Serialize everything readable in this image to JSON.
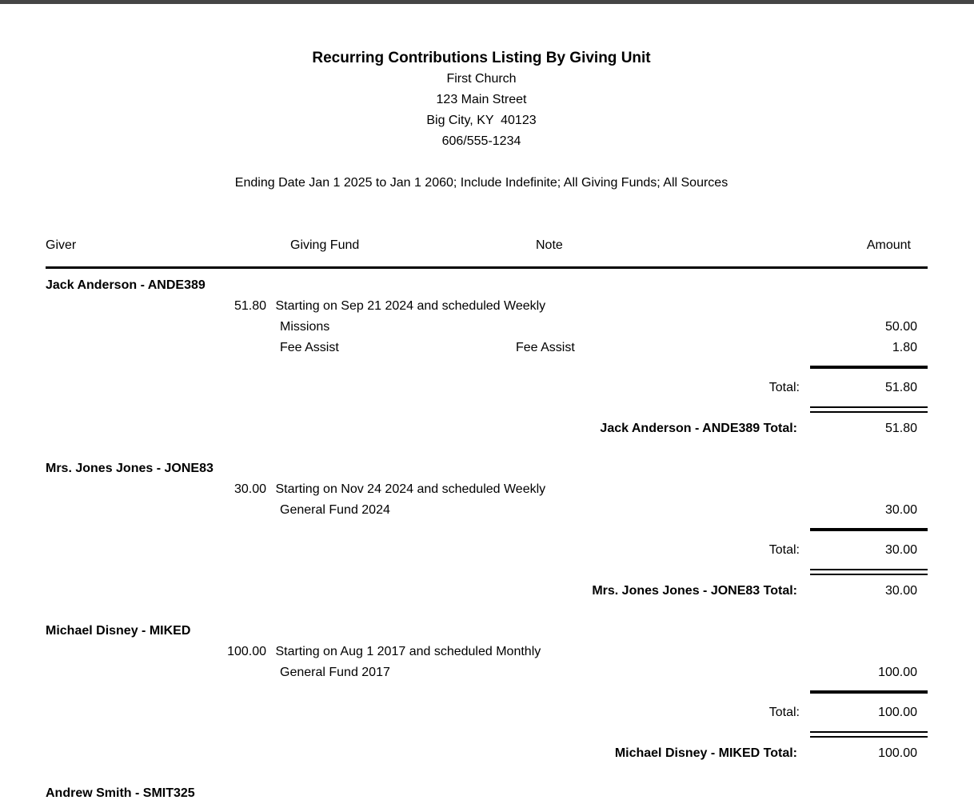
{
  "page": {
    "top_bar_color": "#454545",
    "background_color": "#ffffff",
    "text_color": "#000000"
  },
  "header": {
    "title": "Recurring Contributions Listing By Giving Unit",
    "org_name": "First Church",
    "address_street": "123 Main Street",
    "address_city": "Big City, KY  40123",
    "phone": "606/555-1234",
    "criteria": "Ending Date Jan 1 2025 to Jan 1 2060; Include Indefinite; All Giving Funds; All Sources"
  },
  "table": {
    "columns": [
      "Giver",
      "Giving Fund",
      "Note",
      "Amount"
    ],
    "total_label": "Total:",
    "groups": [
      {
        "giver": "Jack Anderson - ANDE389",
        "schedule_amount": "51.80",
        "schedule_text": "Starting on Sep 21 2024 and scheduled Weekly",
        "lines": [
          {
            "fund": "Missions",
            "note": "",
            "amount": "50.00"
          },
          {
            "fund": "Fee Assist",
            "note": "Fee Assist",
            "amount": "1.80"
          }
        ],
        "total": "51.80",
        "giver_total_label": "Jack Anderson - ANDE389 Total:",
        "giver_total": "51.80"
      },
      {
        "giver": "Mrs. Jones Jones - JONE83",
        "schedule_amount": "30.00",
        "schedule_text": "Starting on Nov 24 2024 and scheduled Weekly",
        "lines": [
          {
            "fund": "General Fund 2024",
            "note": "",
            "amount": "30.00"
          }
        ],
        "total": "30.00",
        "giver_total_label": "Mrs. Jones Jones - JONE83 Total:",
        "giver_total": "30.00"
      },
      {
        "giver": "Michael Disney - MIKED",
        "schedule_amount": "100.00",
        "schedule_text": "Starting on Aug 1 2017 and scheduled Monthly",
        "lines": [
          {
            "fund": "General Fund 2017",
            "note": "",
            "amount": "100.00"
          }
        ],
        "total": "100.00",
        "giver_total_label": "Michael Disney - MIKED Total:",
        "giver_total": "100.00"
      },
      {
        "giver": "Andrew Smith - SMIT325",
        "partial": true
      }
    ]
  }
}
